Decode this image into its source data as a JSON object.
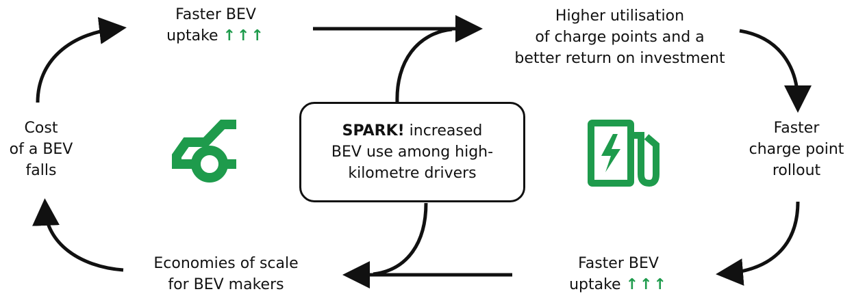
{
  "center": {
    "brand": "SPARK!",
    "line1_rest": " increased",
    "line2": "BEV use among high-",
    "line3": "kilometre drivers"
  },
  "nodes": {
    "top_left": {
      "line1": "Faster BEV",
      "line2": "uptake",
      "arrows": "↑↑↑"
    },
    "top_right": {
      "line1": "Higher utilisation",
      "line2": "of charge points and a",
      "line3": "better return on investment"
    },
    "right": {
      "line1": "Faster",
      "line2": "charge point",
      "line3": "rollout"
    },
    "bottom_right": {
      "line1": "Faster BEV",
      "line2": "uptake",
      "arrows": "↑↑↑"
    },
    "bottom_left": {
      "line1": "Economies of scale",
      "line2": "for BEV makers"
    },
    "left": {
      "line1": "Cost",
      "line2": "of a BEV",
      "line3": "falls"
    }
  },
  "icons": {
    "car": "car-icon",
    "charger": "ev-charger-icon"
  },
  "colors": {
    "accent_green": "#1e9b4c",
    "ink": "#111111"
  }
}
